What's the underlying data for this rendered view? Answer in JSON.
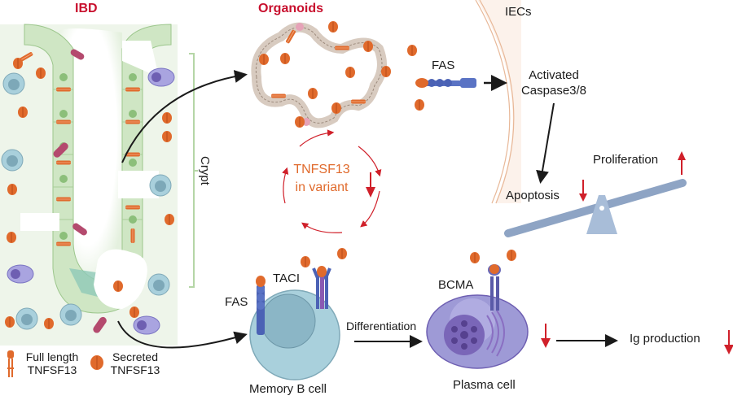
{
  "panels": {
    "ibd": {
      "title": "IBD",
      "crypt_label": "Crypt"
    },
    "organoids": {
      "title": "Organoids"
    },
    "iec": {
      "title": "IECs",
      "receptor": "FAS",
      "activated": "Activated",
      "caspase": "Caspase3/8"
    },
    "balance": {
      "apoptosis": "Apoptosis",
      "apoptosis_direction": "down",
      "proliferation": "Proliferation",
      "proliferation_direction": "up"
    },
    "cycle": {
      "line1": "TNFSF13",
      "line2": "in variant",
      "direction": "down"
    },
    "memory_b": {
      "fas": "FAS",
      "taci": "TACI",
      "name": "Memory B cell"
    },
    "process": {
      "differentiation": "Differentiation"
    },
    "plasma": {
      "bcma": "BCMA",
      "name": "Plasma cell",
      "direction": "down"
    },
    "output": {
      "ig": "Ig production",
      "direction": "down"
    }
  },
  "legend": {
    "full_length": {
      "line1": "Full length",
      "line2": "TNFSF13",
      "icon": "full-length-tnfsf13-icon"
    },
    "secreted": {
      "line1": "Secreted",
      "line2": "TNFSF13",
      "icon": "secreted-tnfsf13-icon"
    }
  },
  "colors": {
    "title_red": "#c8102e",
    "arrow_red": "#d0202a",
    "tnfsf13_orange": "#e06a2c",
    "epithelium_green": "#cfe6c4",
    "b_cell_blue": "#a9d0dc",
    "plasma_purple": "#9e9ad6",
    "seesaw_blue": "#8ea4c4"
  }
}
